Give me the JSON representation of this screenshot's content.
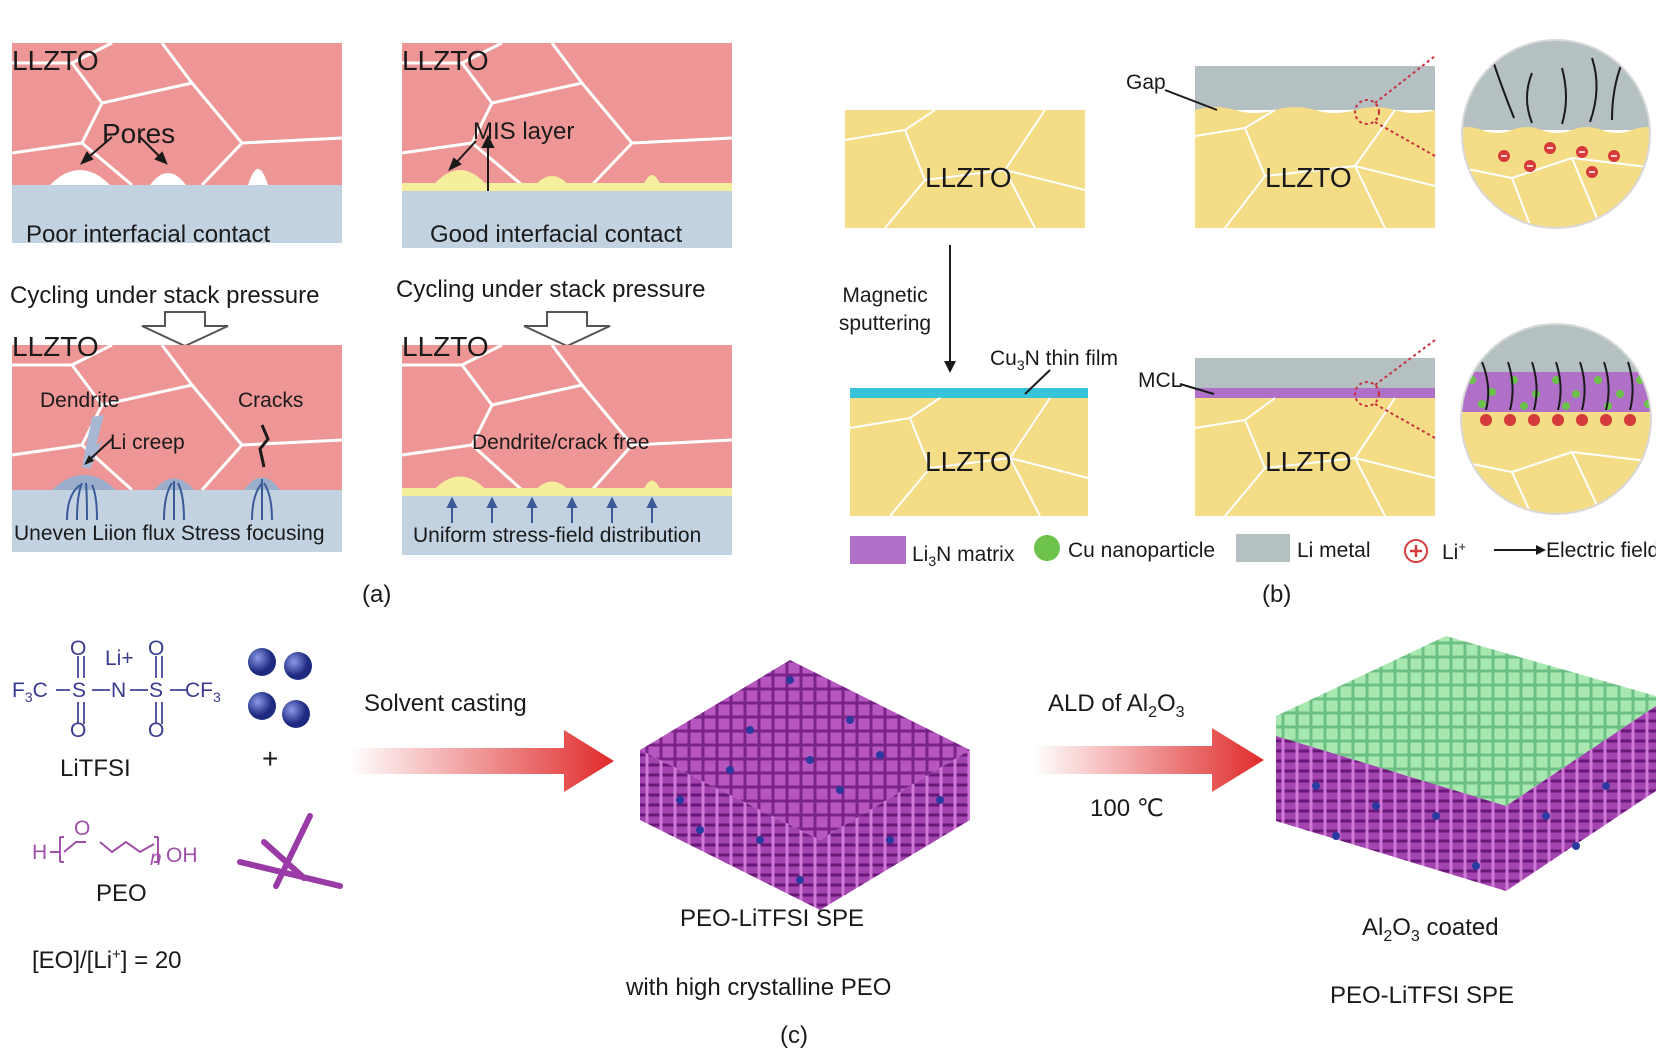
{
  "panel_a": {
    "caption": "(a)",
    "tl": {
      "material": "LLZTO",
      "feature": "Pores",
      "bottom": "Poor interfacial contact"
    },
    "tr": {
      "material": "LLZTO",
      "feature": "MIS layer",
      "bottom": "Good interfacial contact"
    },
    "arrow_left": "Cycling under stack pressure",
    "arrow_right": "Cycling under stack pressure",
    "bl": {
      "material": "LLZTO",
      "dendrite": "Dendrite",
      "cracks": "Cracks",
      "creep": "Li creep",
      "bottom": "Uneven Liion flux Stress focusing"
    },
    "br": {
      "material": "LLZTO",
      "middle": "Dendrite/crack free",
      "bottom": "Uniform stress-field distribution"
    }
  },
  "panel_b": {
    "caption": "(b)",
    "llzto": "LLZTO",
    "gap": "Gap",
    "step": "Magnetic sputtering",
    "cu3n_prefix": "Cu",
    "cu3n_sub": "3",
    "cu3n_suffix": "N thin film",
    "mcl": "MCL",
    "legend": {
      "li3n_prefix": "Li",
      "li3n_sub": "3",
      "li3n_suffix": "N matrix",
      "cu": "Cu nanoparticle",
      "li_metal": "Li metal",
      "li_ion": "Li",
      "li_ion_sup": "+",
      "field": "Electric field"
    },
    "colors": {
      "llzto": "#f5dc86",
      "li_metal": "#b4c0c2",
      "li3n": "#b070c8",
      "cu": "#6cc24a",
      "cu3n": "#38c3d8",
      "li_ion": "#d63a3a"
    }
  },
  "panel_c": {
    "caption": "(c)",
    "litfsi": "LiTFSI",
    "li_plus": "Li+",
    "f3c": "F",
    "f3c_sub": "3",
    "f3c_c": "C",
    "cf3": "CF",
    "cf3_sub": "3",
    "s": "S",
    "n": "N",
    "o": "O",
    "plus": "+",
    "peo": "PEO",
    "peo_h": "H",
    "peo_o": "O",
    "peo_n": "n",
    "peo_oh": "OH",
    "ratio_prefix": "[EO]/[Li",
    "ratio_sup": "+",
    "ratio_suffix": "] = 20",
    "step1": "Solvent casting",
    "step2_prefix": "ALD of Al",
    "step2_sub1": "2",
    "step2_mid": "O",
    "step2_sub2": "3",
    "temp": "100 ℃",
    "mid_label_1": "PEO-LiTFSI SPE",
    "mid_label_2": "with high crystalline PEO",
    "right_label_1_prefix": "Al",
    "right_label_1_sub1": "2",
    "right_label_1_mid": "O",
    "right_label_1_sub2": "3",
    "right_label_1_suffix": " coated",
    "right_label_2": "PEO-LiTFSI SPE",
    "colors": {
      "polymer": "#9a3aa6",
      "ion": "#3a4aa8",
      "coating": "#9be0a8",
      "arrow": "#e02a2a"
    }
  }
}
